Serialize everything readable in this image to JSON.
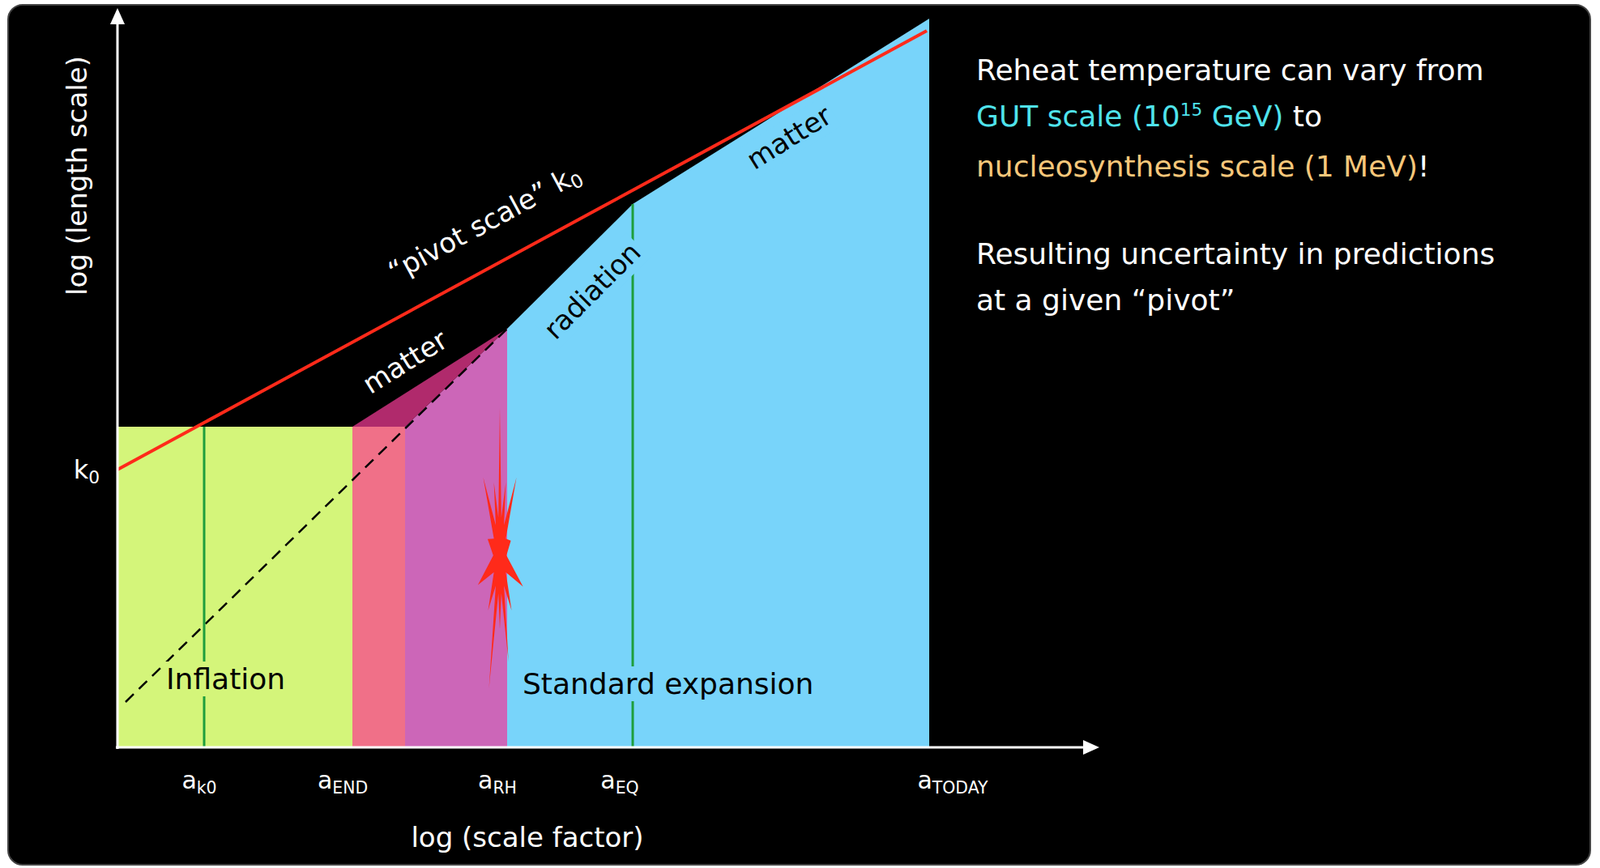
{
  "diagram": {
    "nodes": [
      {
        "text": [
          "Inflation"
        ]
      },
      {
        "text": [
          "Standard expansion"
        ]
      }
    ],
    "labels": [
      "log (length scale)",
      "log (scale factor)",
      "k0",
      "ak0",
      "aEND",
      "aRH",
      "aEQ",
      "aTODAY",
      "“pivot scale” k0",
      "matter",
      "radiation",
      "matter",
      "Reheat temperature can vary from GUT scale (1015 GeV) to nucleosynthesis scale (1 MeV)!",
      "Resulting uncertainty in predictions at a given “pivot”"
    ]
  }
}
